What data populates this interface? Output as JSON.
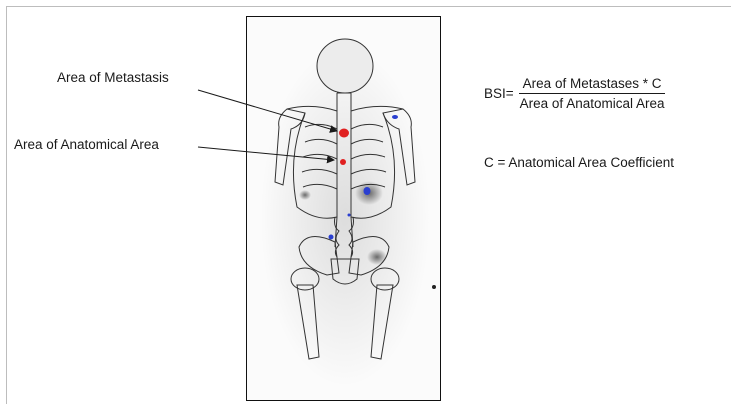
{
  "labels": {
    "metastasis": "Area of Metastasis",
    "anatomical": "Area of Anatomical Area"
  },
  "formula": {
    "lhs": "BSI=",
    "numerator": "Area of Metastases * C",
    "denominator": "Area of Anatomical Area"
  },
  "coefficient_note": "C = Anatomical Area Coefficient",
  "colors": {
    "metastasis": "#e02020",
    "hotspot": "#2a3fd0",
    "outline": "#333333"
  }
}
